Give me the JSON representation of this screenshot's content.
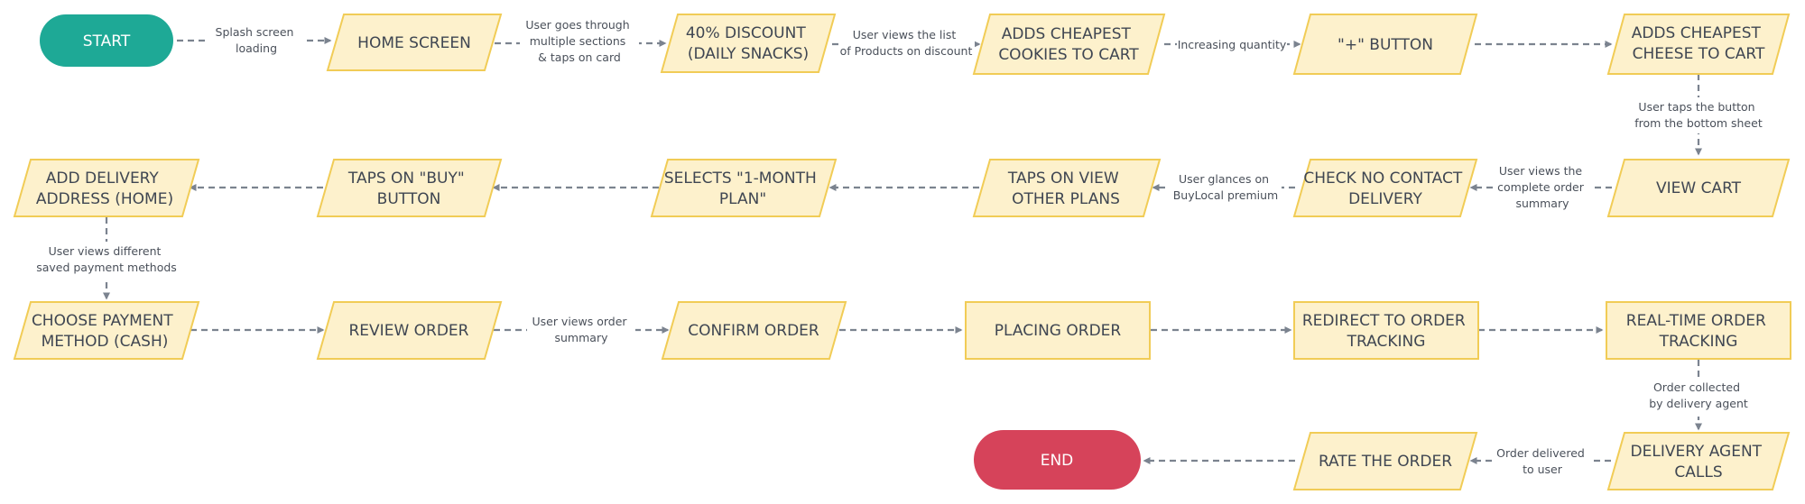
{
  "nodes": {
    "start": "START",
    "home": "HOME SCREEN",
    "discount": [
      "40% DISCOUNT",
      "(DAILY SNACKS)"
    ],
    "cookies": [
      "ADDS CHEAPEST",
      "COOKIES TO CART"
    ],
    "plus": "\"+\" BUTTON",
    "cheese": [
      "ADDS CHEAPEST",
      "CHEESE TO CART"
    ],
    "view_cart": "VIEW CART",
    "no_contact": [
      "CHECK NO CONTACT",
      "DELIVERY"
    ],
    "view_plans": [
      "TAPS ON VIEW",
      "OTHER PLANS"
    ],
    "select_plan": [
      "SELECTS  \"1-MONTH",
      "PLAN\""
    ],
    "buy": [
      "TAPS ON \"BUY\"",
      "BUTTON"
    ],
    "address": [
      "ADD DELIVERY",
      "ADDRESS (HOME)"
    ],
    "payment": [
      "CHOOSE PAYMENT",
      "METHOD (CASH)"
    ],
    "review": "REVIEW ORDER",
    "confirm": "CONFIRM ORDER",
    "placing": "PLACING ORDER",
    "redirect": [
      "REDIRECT TO ORDER",
      "TRACKING"
    ],
    "realtime": [
      "REAL-TIME ORDER",
      "TRACKING"
    ],
    "agent_calls": [
      "DELIVERY AGENT",
      "CALLS"
    ],
    "rate": "RATE THE ORDER",
    "end": "END"
  },
  "edges": {
    "start_home": [
      "Splash screen",
      "loading"
    ],
    "home_discount": [
      "User goes through",
      "multiple sections",
      "& taps on card"
    ],
    "discount_cookies": [
      "User views the list",
      "of Products on discount"
    ],
    "cookies_plus": [
      "Increasing quantity"
    ],
    "cheese_viewcart": [
      "User taps the button",
      "from the bottom sheet"
    ],
    "viewcart_nocontact": [
      "User views the",
      "complete order",
      "summary"
    ],
    "nocontact_plans": [
      "User glances on",
      "BuyLocal premium"
    ],
    "address_payment": [
      "User views different",
      "saved payment methods"
    ],
    "review_confirm": [
      "User views order",
      "summary"
    ],
    "realtime_agent": [
      "Order collected",
      "by delivery agent"
    ],
    "agent_rate": [
      "Order delivered",
      "to user"
    ]
  },
  "colors": {
    "node_fill": "#fdf1cc",
    "node_stroke": "#f1cc56",
    "start_fill": "#1ea996",
    "end_fill": "#d6435a",
    "edge_stroke": "#7b838f",
    "text": "#3f4652"
  }
}
